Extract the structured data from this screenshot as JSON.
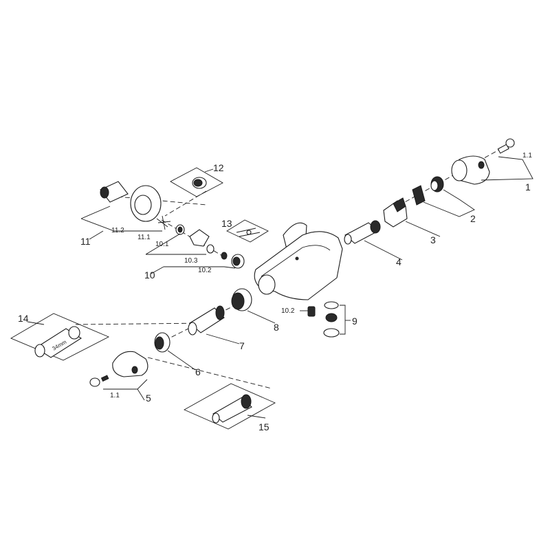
{
  "labels": {
    "p1": "1",
    "p1_1_top": "1.1",
    "p2": "2",
    "p3": "3",
    "p4": "4",
    "p5": "5",
    "p5_1": "1.1",
    "p6": "6",
    "p7": "7",
    "p8": "8",
    "p9": "9",
    "p10": "10",
    "p10_1": "10.1",
    "p10_2a": "10.2",
    "p10_2b": "10.2",
    "p10_3": "10.3",
    "p11": "11",
    "p11_1": "11.1",
    "p11_2": "11.2",
    "p12": "12",
    "p13": "13",
    "p14": "14",
    "p14_size": "34mm",
    "p15": "15"
  }
}
